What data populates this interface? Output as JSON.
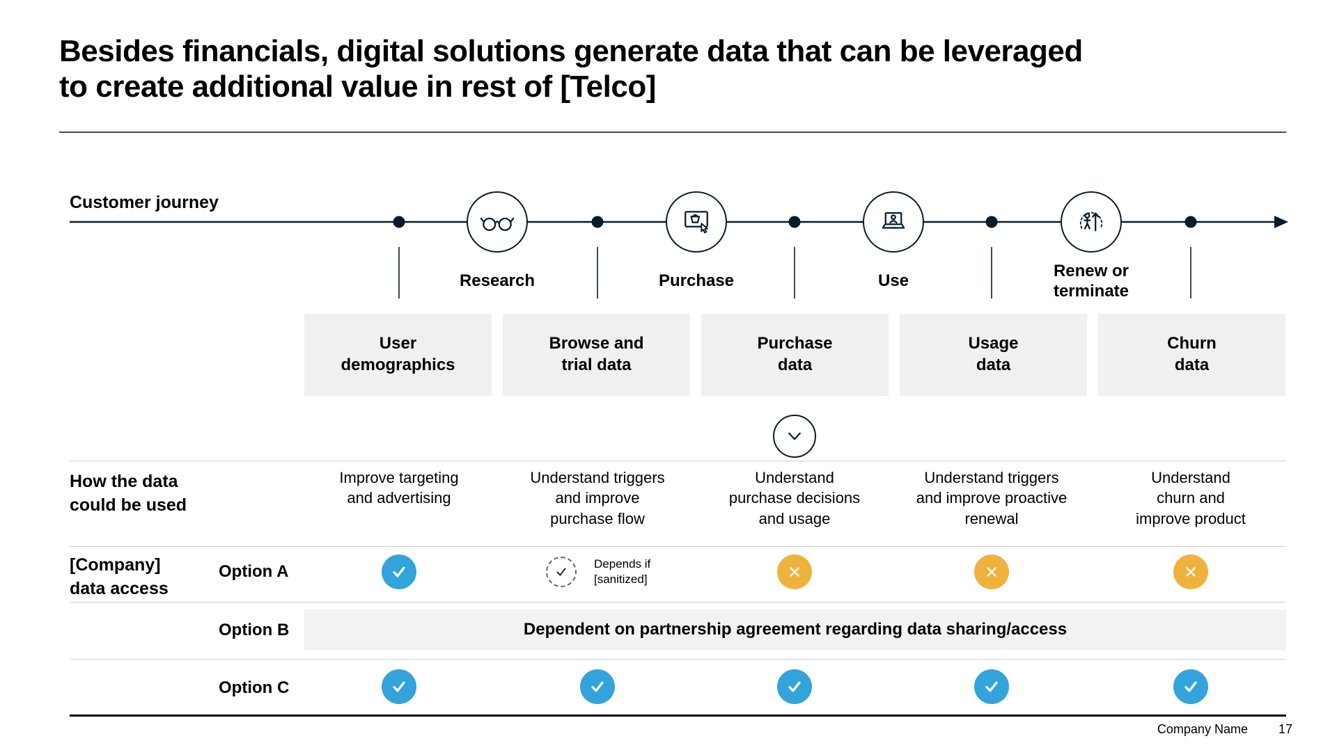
{
  "slide": {
    "title": "Besides financials, digital solutions generate data that can be leveraged\nto create additional value in rest of [Telco]",
    "footer": {
      "company": "Company Name",
      "page": "17"
    }
  },
  "journey": {
    "label": "Customer journey",
    "stages": [
      {
        "label": "Research",
        "icon": "glasses-icon"
      },
      {
        "label": "Purchase",
        "icon": "purchase-screen-icon"
      },
      {
        "label": "Use",
        "icon": "laptop-user-icon"
      },
      {
        "label": "Renew or\nterminate",
        "icon": "renew-person-icon"
      }
    ],
    "data_boxes": [
      "User\ndemographics",
      "Browse and\ntrial data",
      "Purchase\ndata",
      "Usage\ndata",
      "Churn\ndata"
    ]
  },
  "usage": {
    "label": "How the data\ncould be used",
    "items": [
      "Improve targeting\nand advertising",
      "Understand triggers\nand improve\npurchase flow",
      "Understand\npurchase decisions\nand usage",
      "Understand triggers\nand improve proactive\nrenewal",
      "Understand\nchurn and\nimprove product"
    ]
  },
  "access": {
    "label": "[Company]\ndata access",
    "options": [
      {
        "label": "Option A",
        "cells": [
          "check-blue",
          "check-conditional",
          "cross-orange",
          "cross-orange",
          "cross-orange"
        ],
        "note": "Depends if\n[sanitized]"
      },
      {
        "label": "Option B",
        "banner": "Dependent on partnership agreement regarding data sharing/access"
      },
      {
        "label": "Option C",
        "cells": [
          "check-blue",
          "check-blue",
          "check-blue",
          "check-blue",
          "check-blue"
        ]
      }
    ]
  },
  "colors": {
    "dark_navy": "#051c2c",
    "check_blue": "#33a3dc",
    "cross_orange": "#efb23d",
    "box_gray": "#f0f0f0",
    "banner_gray": "#f2f2f2"
  }
}
